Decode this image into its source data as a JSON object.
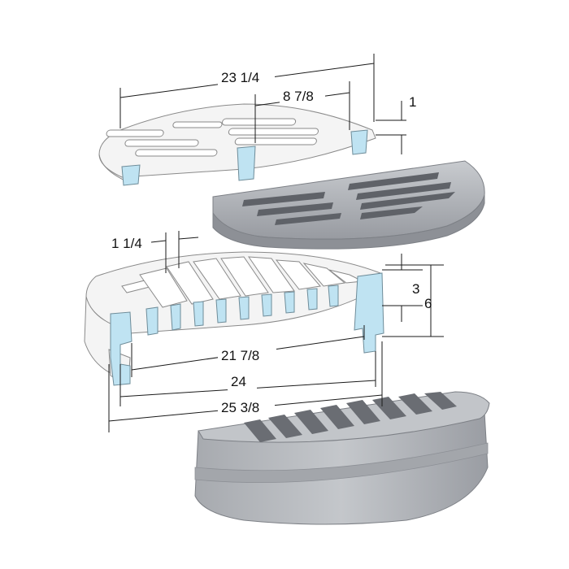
{
  "colors": {
    "background": "#ffffff",
    "grate_light": "#f4f4f4",
    "grate_outline": "#8a8a8a",
    "cast_iron": "#b5b8bd",
    "cast_iron_dark": "#8d9096",
    "cut_section": "#bfe3f2",
    "dimension_line": "#1a1a1a"
  },
  "dimensions": {
    "top_overall_width": "23 1/4",
    "top_rib_spacing": "8 7/8",
    "top_thickness": "1",
    "frame_wall": "1 1/4",
    "frame_flange": "3",
    "frame_height": "6",
    "frame_inner": "21 7/8",
    "frame_middle": "24",
    "frame_outer": "25 3/8"
  }
}
